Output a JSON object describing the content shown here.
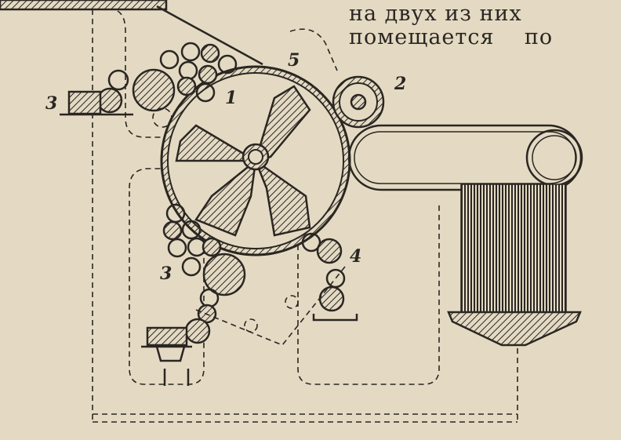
{
  "caption_text": {
    "line1": "на двух из них",
    "line2": "помещается    по"
  },
  "labels": {
    "main_drum": "1",
    "roller_2": "2",
    "feed_left": "3",
    "feed_bottom": "3",
    "roller_group_4": "4",
    "point_5": "5"
  },
  "colors": {
    "paper": "#e4dac3",
    "ink": "#2a2622"
  }
}
